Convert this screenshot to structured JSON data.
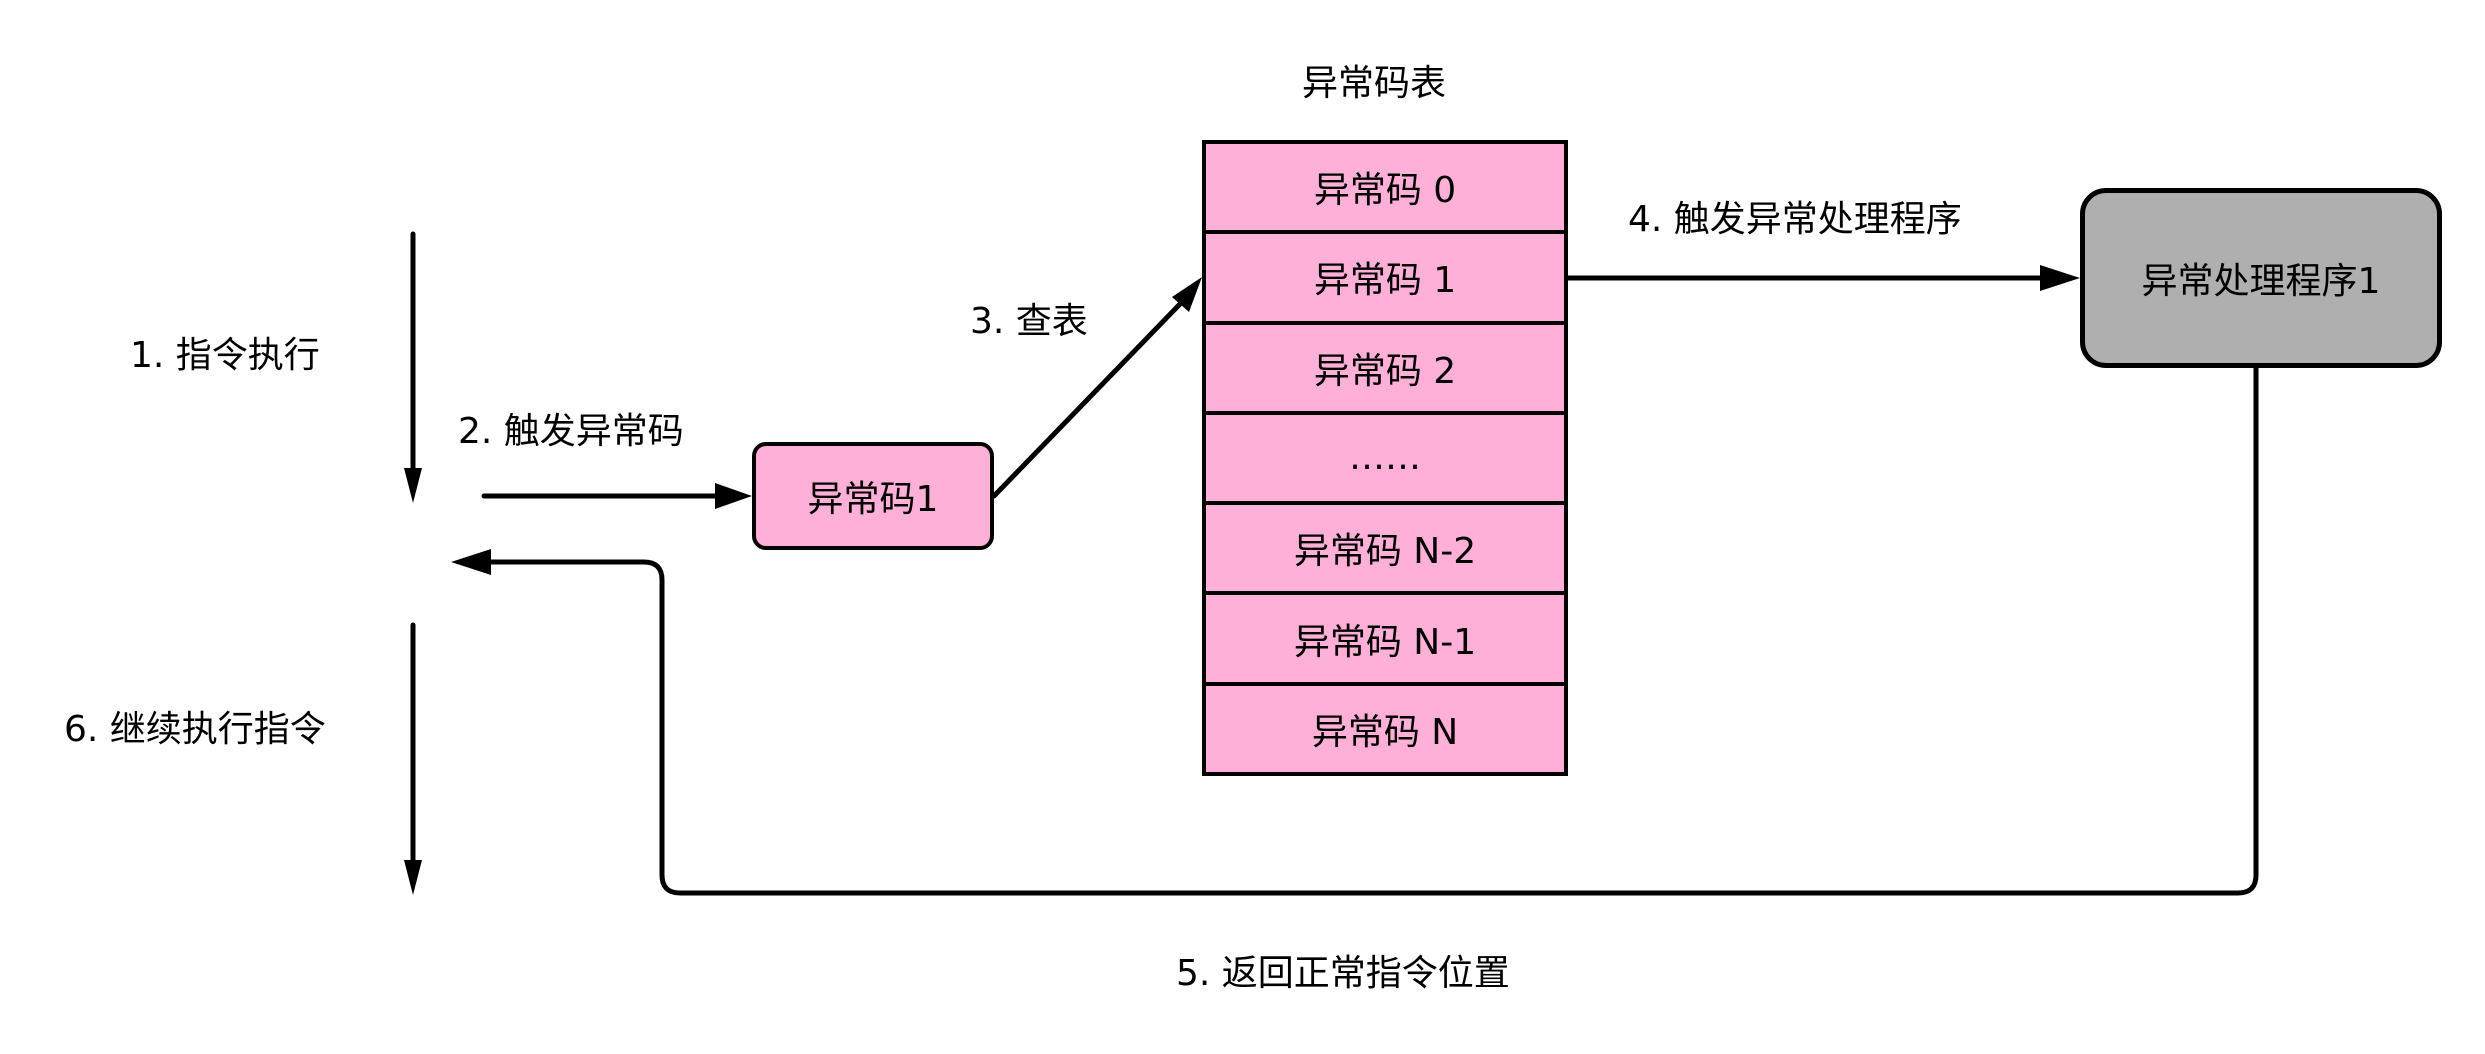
{
  "colors": {
    "exception_fill": "#ffb0d8",
    "handler_fill": "#afafaf",
    "line": "#000000"
  },
  "steps": {
    "step1": "1. 指令执行",
    "step2": "2. 触发异常码",
    "step3": "3. 查表",
    "step4": "4. 触发异常处理程序",
    "step5": "5. 返回正常指令位置",
    "step6": "6. 继续执行指令"
  },
  "exception_box": {
    "label": "异常码1"
  },
  "table": {
    "title": "异常码表",
    "rows": [
      "异常码 0",
      "异常码 1",
      "异常码 2",
      "……",
      "异常码 N-2",
      "异常码 N-1",
      "异常码 N"
    ]
  },
  "handler_box": {
    "label": "异常处理程序1"
  }
}
